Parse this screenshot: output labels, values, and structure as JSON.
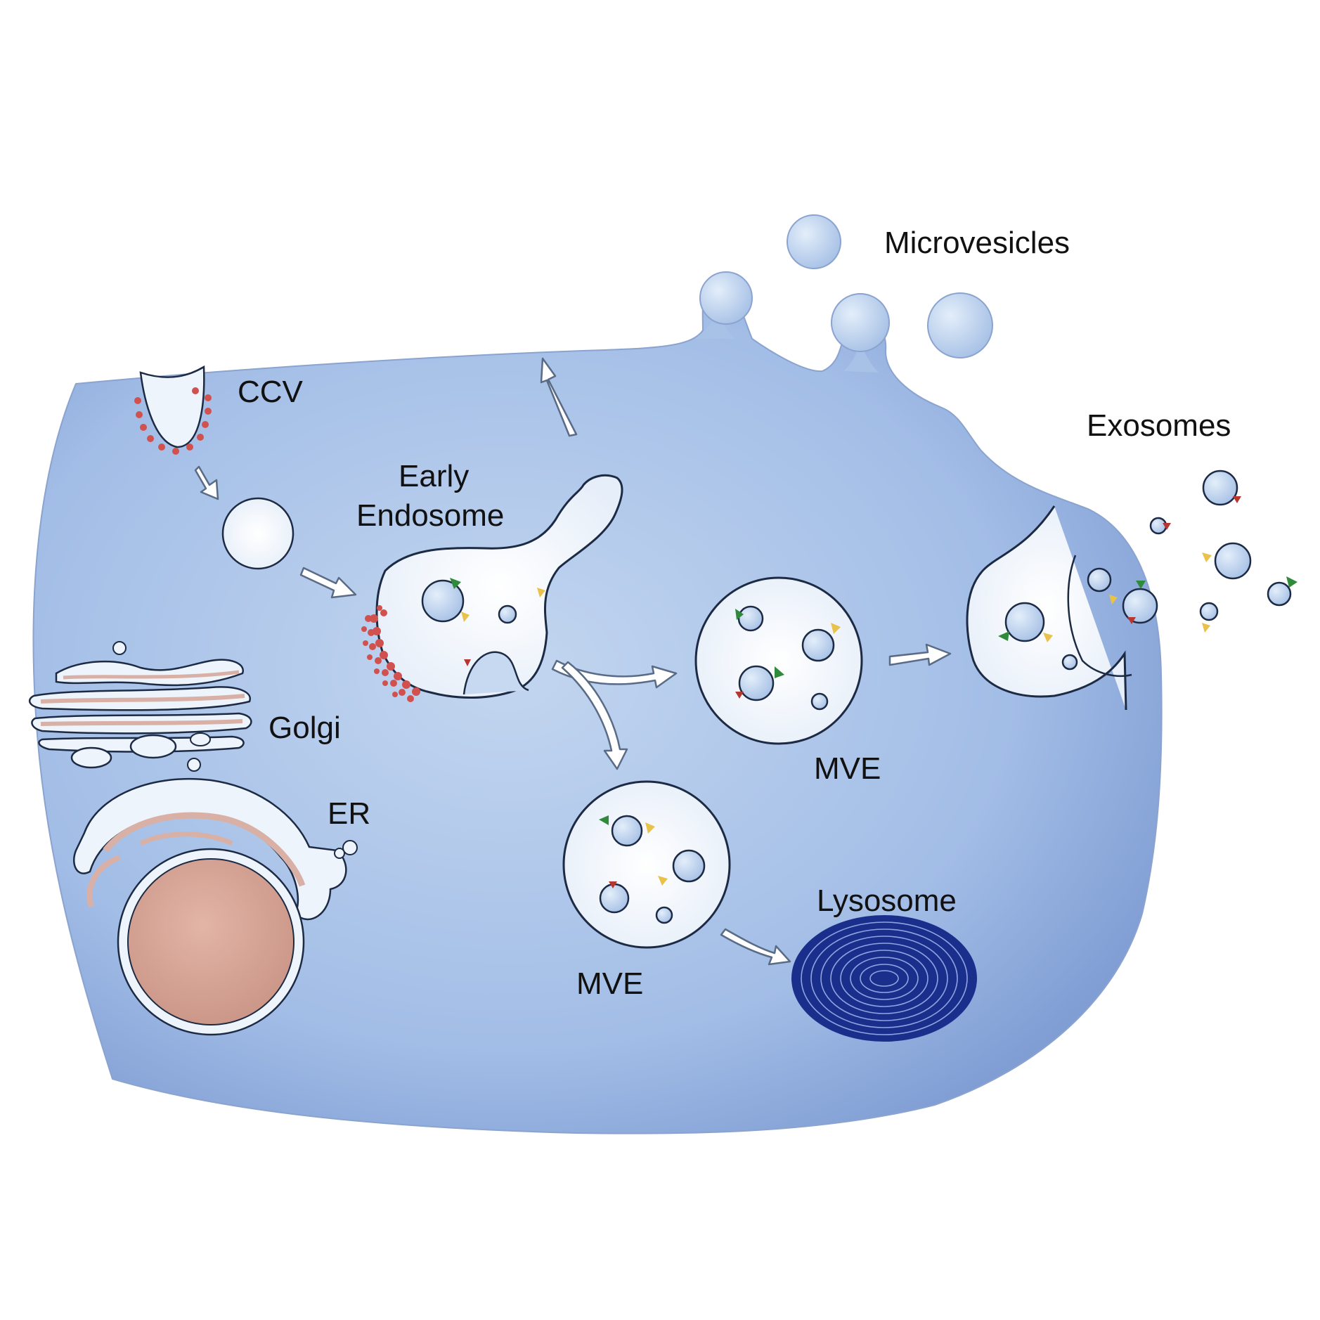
{
  "labels": {
    "ccv": "CCV",
    "early_endosome_line1": "Early",
    "early_endosome_line2": "Endosome",
    "microvesicles": "Microvesicles",
    "exosomes": "Exosomes",
    "golgi": "Golgi",
    "er": "ER",
    "mve_upper": "MVE",
    "mve_lower": "MVE",
    "lysosome": "Lysosome"
  },
  "colors": {
    "cell_fill": "#a9c2e6",
    "cell_fill_dark": "#6f8dcb",
    "vesicle_fill": "#b7d0ef",
    "membrane": "#1c2a44",
    "nucleus": "#d8a89a",
    "er_golgi_lumen": "#d9b0a6",
    "clathrin": "#d0514e",
    "lysosome": "#1a2f8c",
    "cargo_green": "#2f8a3a",
    "cargo_yellow": "#e8c24a",
    "cargo_red": "#b5372f"
  }
}
